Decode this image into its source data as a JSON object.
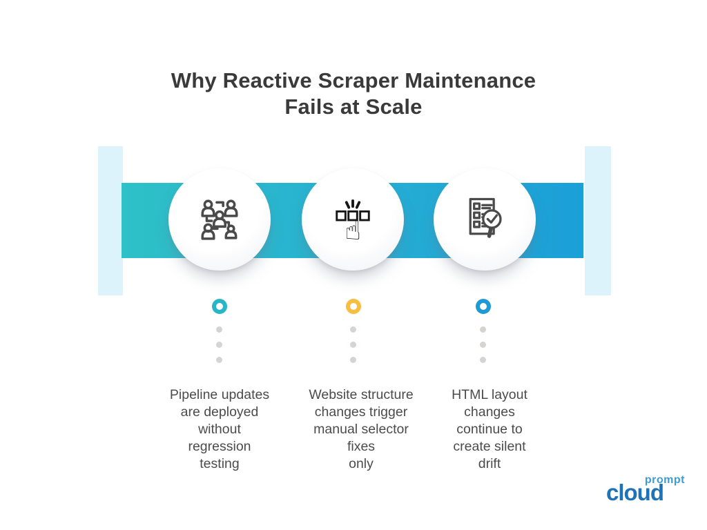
{
  "title": "Why Reactive Scraper Maintenance\nFails at Scale",
  "columns": [
    {
      "icon": "team-network-icon",
      "marker_color": "#27b6c8",
      "label": "Pipeline updates\nare deployed\nwithout\nregression\ntesting"
    },
    {
      "icon": "click-selection-icon",
      "marker_color": "#f6bf42",
      "label": "Website structure\nchanges trigger\nmanual selector\nfixes\nonly"
    },
    {
      "icon": "checklist-audit-icon",
      "marker_color": "#1e9bd4",
      "label": "HTML layout\nchanges\ncontinue to\ncreate silent\ndrift"
    }
  ],
  "colors": {
    "band_gradient_start": "#2ec1c7",
    "band_gradient_end": "#1b9fd8",
    "band_caps": "#dcf3fb",
    "connector_dot": "#d8d3d3",
    "title_text": "#3a3a3a",
    "body_text": "#4b4b4b",
    "logo_prompt_blue": "#3d9bd2",
    "logo_cloud_blue": "#1d73b9"
  },
  "logo": {
    "top_word": "prompt",
    "bottom_word": "cloud"
  }
}
